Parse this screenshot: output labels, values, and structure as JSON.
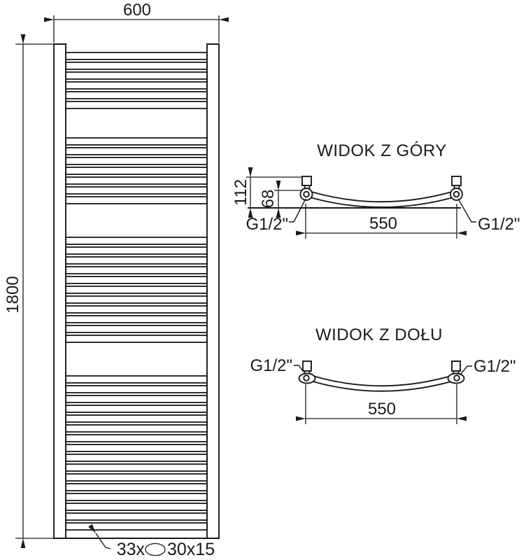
{
  "drawing": {
    "background": "#ffffff",
    "line_color": "#1a1a1a"
  },
  "front_view": {
    "width_label": "600",
    "height_label": "1800",
    "profile_count_label": "33x",
    "profile_size_label": "30x15",
    "bar_groups": [
      6,
      7,
      11,
      16
    ]
  },
  "top_view": {
    "title": "WIDOK Z GÓRY",
    "depth_label": "112",
    "axis_depth_label": "68",
    "spacing_label": "550",
    "left_connection_label": "G1/2\"",
    "right_connection_label": "G1/2\""
  },
  "bottom_view": {
    "title": "WIDOK Z DOŁU",
    "spacing_label": "550",
    "left_connection_label": "G1/2\"",
    "right_connection_label": "G1/2\""
  }
}
